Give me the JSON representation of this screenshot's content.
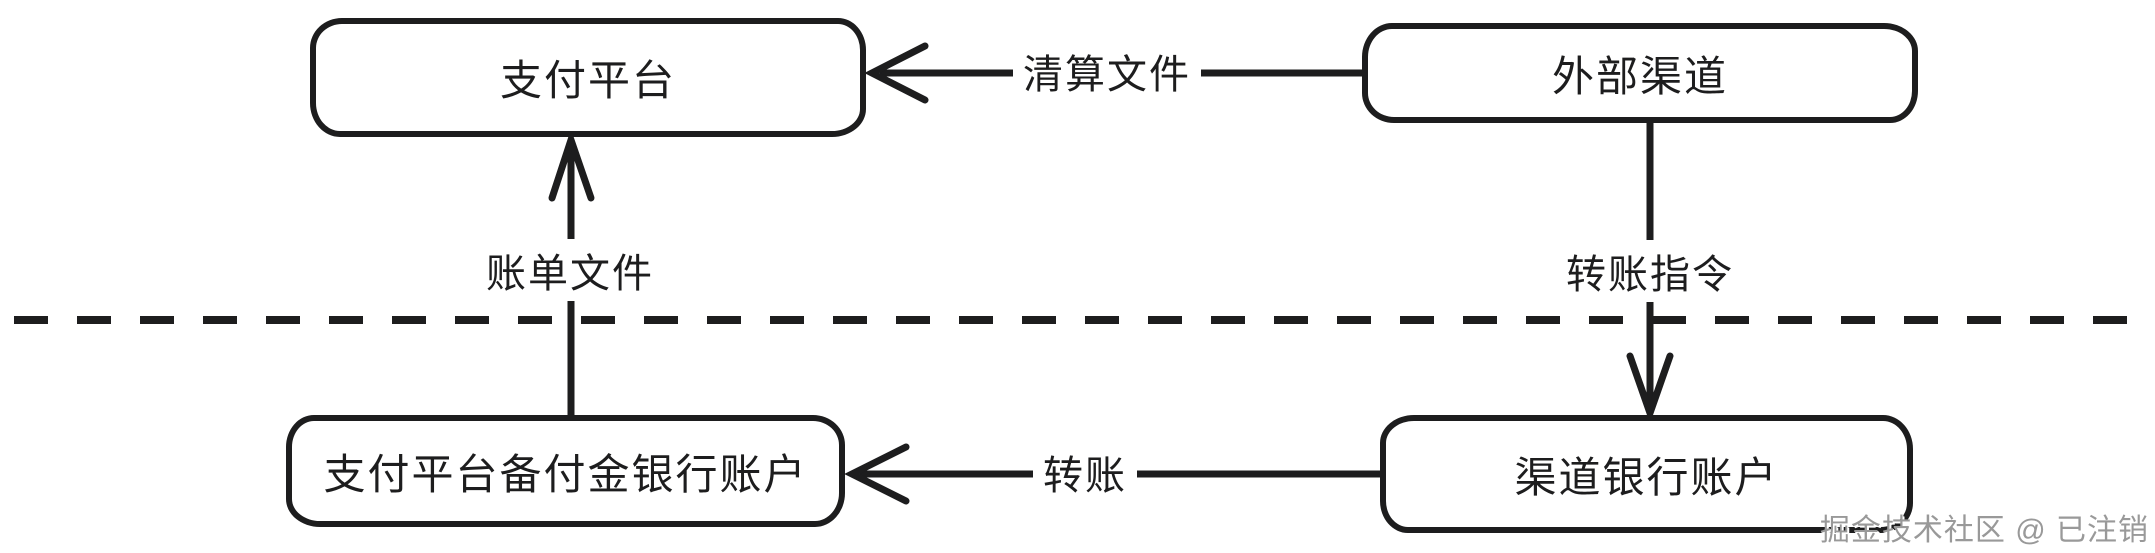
{
  "diagram": {
    "stroke_color": "#1d1d1e",
    "background_color": "#ffffff",
    "nodes": [
      {
        "id": "payment-platform",
        "label": "支付平台"
      },
      {
        "id": "external-channel",
        "label": "外部渠道"
      },
      {
        "id": "payment-platform-reserve-bank-account",
        "label": "支付平台备付金银行账户"
      },
      {
        "id": "channel-bank-account",
        "label": "渠道银行账户"
      }
    ],
    "edges": [
      {
        "id": "clearing-file",
        "label": "清算文件",
        "from": "external-channel",
        "to": "payment-platform"
      },
      {
        "id": "bill-file",
        "label": "账单文件",
        "from": "payment-platform-reserve-bank-account",
        "to": "payment-platform"
      },
      {
        "id": "transfer-instruction",
        "label": "转账指令",
        "from": "external-channel",
        "to": "channel-bank-account"
      },
      {
        "id": "transfer",
        "label": "转账",
        "from": "channel-bank-account",
        "to": "payment-platform-reserve-bank-account"
      }
    ]
  },
  "watermark": {
    "text": "掘金技术社区 @ 已注销"
  }
}
